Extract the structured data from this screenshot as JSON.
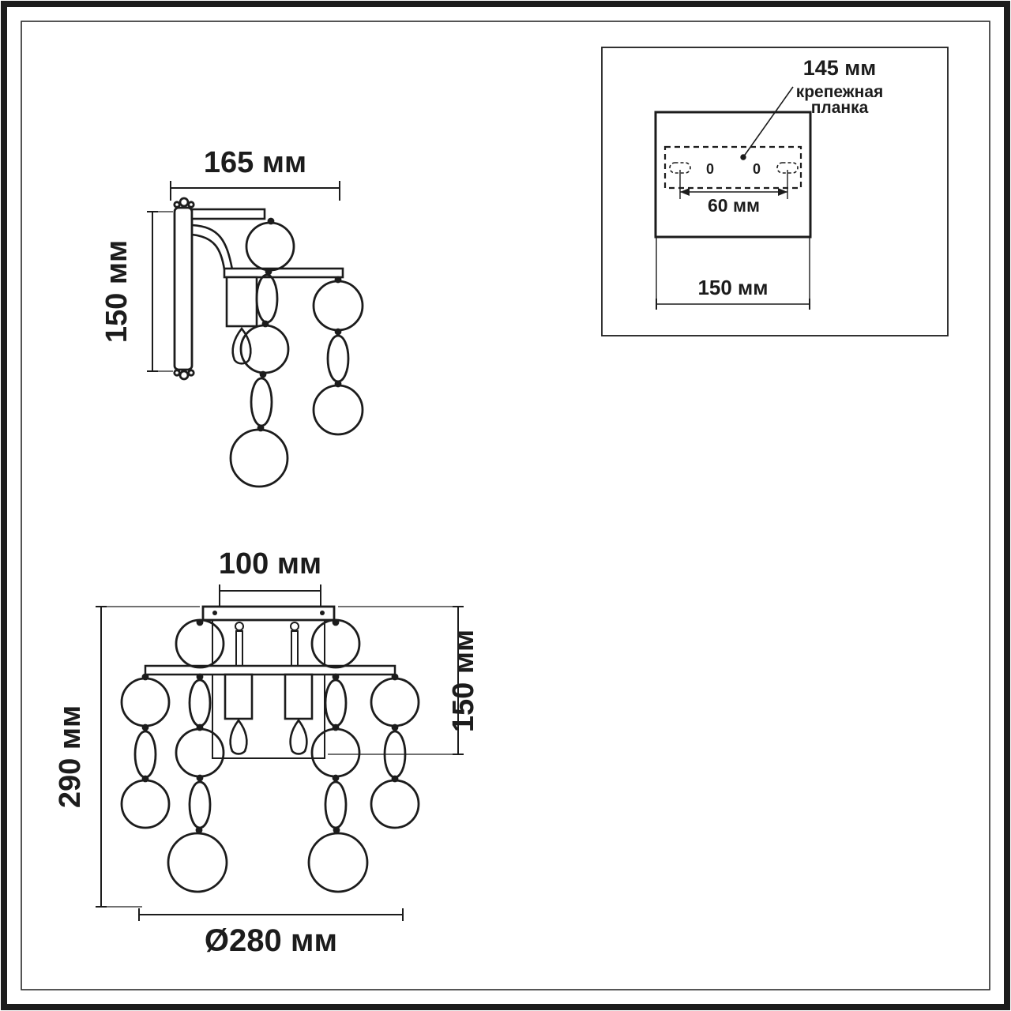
{
  "colors": {
    "ink": "#1c1c1c",
    "background": "#ffffff"
  },
  "side_view": {
    "width_label": "165 мм",
    "height_label": "150 мм"
  },
  "mount_detail": {
    "plate_width_label": "145 мм",
    "plate_caption_line1": "крепежная",
    "plate_caption_line2": "планка",
    "hole_left_mark": "0",
    "hole_right_mark": "0",
    "hole_spacing_label": "60 мм",
    "base_width_label": "150 мм"
  },
  "front_view": {
    "mount_spacing_label": "100 мм",
    "body_height_label": "150 мм",
    "total_height_label": "290 мм",
    "diameter_label": "Ø280 мм"
  }
}
